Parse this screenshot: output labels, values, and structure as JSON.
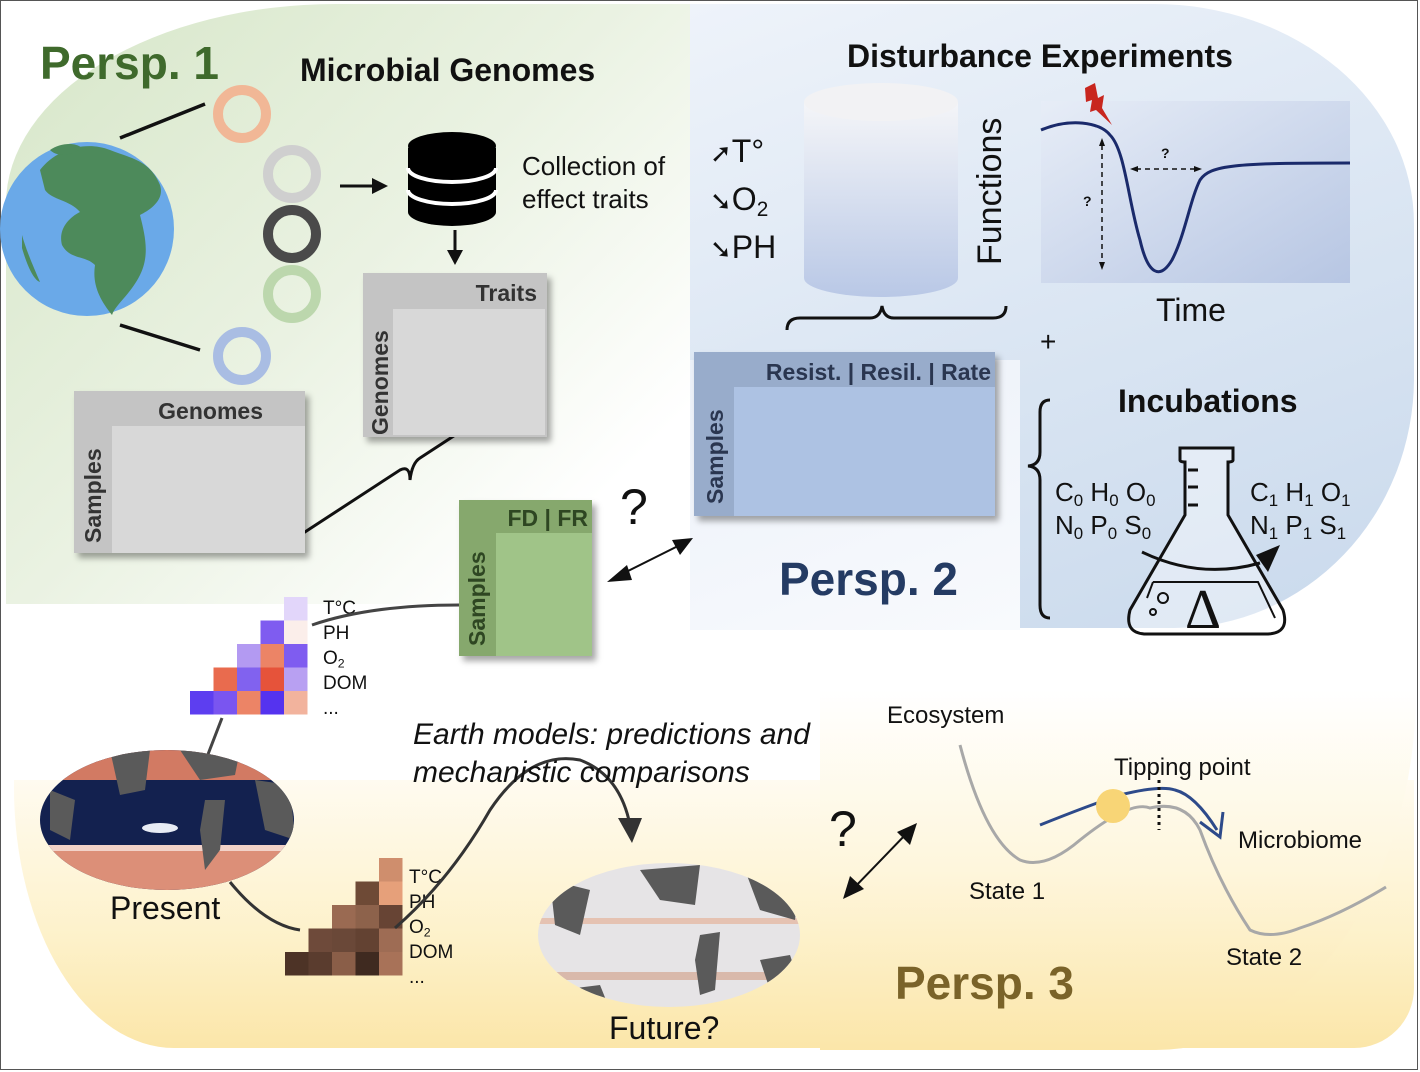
{
  "perspectives": {
    "p1": {
      "label": "Persp. 1",
      "color": "#3f6a2c"
    },
    "p2": {
      "label": "Persp. 2",
      "color": "#243b63"
    },
    "p3": {
      "label": "Persp. 3",
      "color": "#7a6329"
    }
  },
  "microbial_genomes": {
    "title": "Microbial Genomes",
    "database_caption_line1": "Collection of",
    "database_caption_line2": "effect traits",
    "ring_colors": [
      "#f1b796",
      "#cfcfcf",
      "#4a4a4a",
      "#bcd7ad",
      "#a9bde3"
    ],
    "traits_matrix": {
      "column_header": "Traits",
      "row_header": "Genomes"
    },
    "genomes_matrix": {
      "column_header": "Genomes",
      "row_header": "Samples"
    },
    "fd_fr_matrix": {
      "column_header": "FD | FR",
      "row_header": "Samples"
    }
  },
  "disturbance": {
    "title": "Disturbance Experiments",
    "stressors": [
      {
        "arrow": "up",
        "label": "T°"
      },
      {
        "arrow": "down",
        "label": "O",
        "sub": "2"
      },
      {
        "arrow": "down",
        "label": "PH"
      }
    ],
    "y_axis_label": "Functions",
    "x_axis_label": "Time",
    "magnitude_question": "?",
    "duration_question": "?",
    "results_matrix": {
      "column_header": "Resist. | Resil. | Rate",
      "row_header": "Samples"
    },
    "plus_sign": "+"
  },
  "incubations": {
    "title": "Incubations",
    "before": {
      "line1": [
        [
          "C",
          "0"
        ],
        [
          "H",
          "0"
        ],
        [
          "O",
          "0"
        ]
      ],
      "line2": [
        [
          "N",
          "0"
        ],
        [
          "P",
          "0"
        ],
        [
          "S",
          "0"
        ]
      ]
    },
    "after": {
      "line1": [
        [
          "C",
          "1"
        ],
        [
          "H",
          "1"
        ],
        [
          "O",
          "1"
        ]
      ],
      "line2": [
        [
          "N",
          "1"
        ],
        [
          "P",
          "1"
        ],
        [
          "S",
          "1"
        ]
      ]
    },
    "delta_symbol": "Δ"
  },
  "link_question_top": "?",
  "link_question_bottom": "?",
  "heatmap_present": {
    "variables": [
      "T°C",
      "PH",
      "O2",
      "DOM",
      "..."
    ],
    "cells": [
      [
        "#e2d6fa"
      ],
      [
        "#7f5cf0",
        "#fbeeea"
      ],
      [
        "#b39af2",
        "#ec8466",
        "#7f5cf0"
      ],
      [
        "#e96b4e",
        "#8162ef",
        "#e6533a",
        "#b8a0f2"
      ],
      [
        "#5d3ef0",
        "#7a55f0",
        "#ec8466",
        "#5533ef",
        "#f2b39d"
      ]
    ]
  },
  "heatmap_future": {
    "variables": [
      "T°C",
      "PH",
      "O2",
      "DOM",
      "..."
    ],
    "cells": [
      [
        "#cf8e6d"
      ],
      [
        "#6e4a36",
        "#e6a07a"
      ],
      [
        "#9a6a52",
        "#8d624b",
        "#674434"
      ],
      [
        "#6e4a3a",
        "#6a4838",
        "#634232",
        "#9e6c54"
      ],
      [
        "#4d3326",
        "#5a3c2e",
        "#8a5e48",
        "#3f2a20",
        "#a87258"
      ]
    ]
  },
  "earth_models": {
    "caption_line1": "Earth models: predictions and",
    "caption_line2": "mechanistic comparisons",
    "present_label": "Present",
    "future_label": "Future?"
  },
  "tipping": {
    "ecosystem_label": "Ecosystem",
    "tipping_point_label": "Tipping point",
    "microbiome_label": "Microbiome",
    "state1_label": "State 1",
    "state2_label": "State 2"
  }
}
